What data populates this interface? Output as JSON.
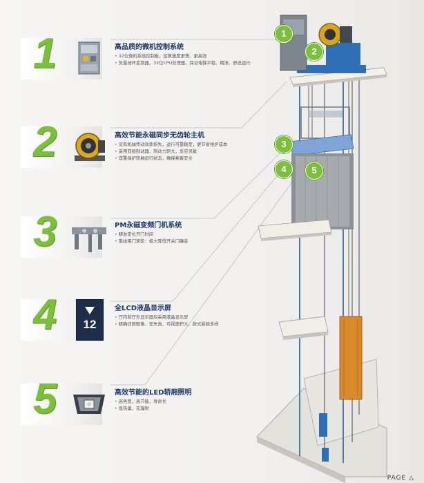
{
  "sections": [
    {
      "number": "1",
      "title": "高品质的微机控制系统",
      "bullets": [
        "32位微机系统控制板，运算速度更快、更高效",
        "矢量闭环变频器，32位CPU处理器，保证电梯平稳、精准、舒适运行"
      ]
    },
    {
      "number": "2",
      "title": "高效节能永磁同步无齿轮主机",
      "bullets": [
        "没有机械传动效率损失，运行可靠稳定，更节省维护成本",
        "采用双组制动器，制动力矩大，反应灵敏",
        "双重保护轿厢运行状态，确保乘客安全"
      ]
    },
    {
      "number": "3",
      "title": "PM永磁变频门机系统",
      "bullets": [
        "精准定位开门时间",
        "聚拢阻门滚轮：极大降低开关门噪音"
      ]
    },
    {
      "number": "4",
      "title": "全LCD液晶显示屏",
      "bullets": [
        "厅内和厅外显示器均采用液晶显示屏",
        "精确还原图像、无失真、可视面积大、款式新颖多样"
      ],
      "display_floor": "12"
    },
    {
      "number": "5",
      "title": "高效节能的LED轿厢照明",
      "bullets": [
        "高亮度，高节能，寿命长",
        "低热量，无辐射"
      ]
    }
  ],
  "callouts": [
    "1",
    "2",
    "3",
    "4",
    "5"
  ],
  "footer": {
    "page_label": "PAGE"
  },
  "colors": {
    "accent": "#7cbf3a",
    "title": "#1c3a6e",
    "shaft_blue": "#2f6fb5"
  }
}
